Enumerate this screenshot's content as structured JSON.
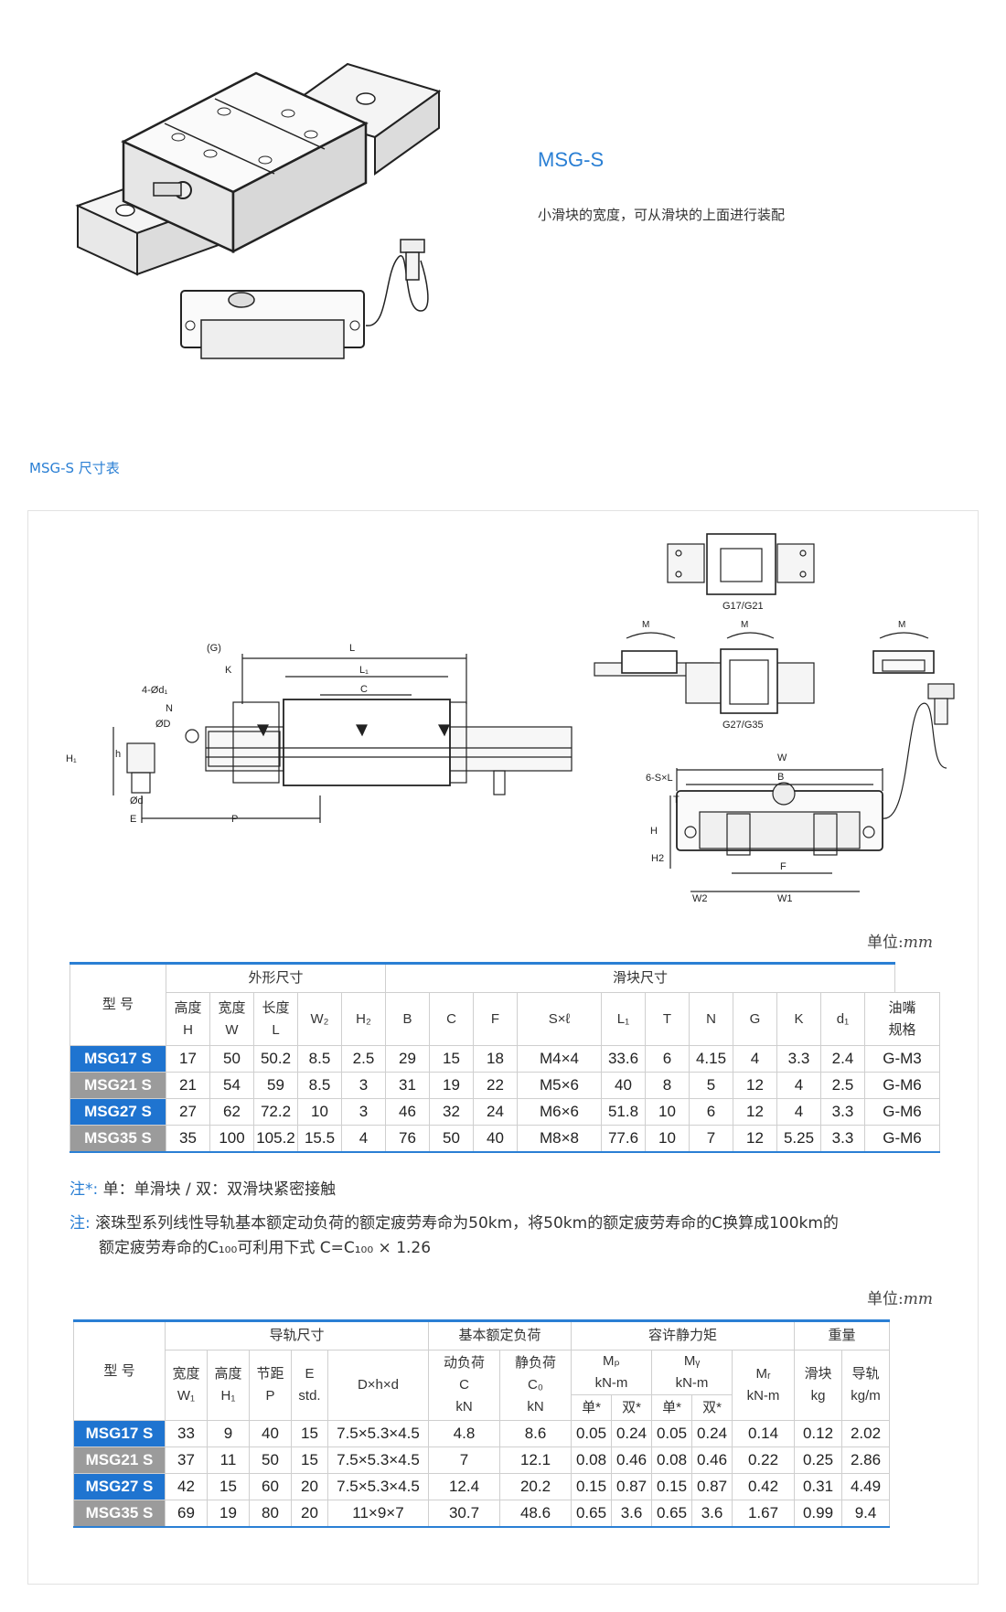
{
  "product": {
    "title": "MSG-S",
    "description": "小滑块的宽度，可从滑块的上面进行装配"
  },
  "section_title": "MSG-S 尺寸表",
  "drawing_labels": {
    "side": [
      "(G)",
      "L",
      "K",
      "L₁",
      "C",
      "4-Ød₁",
      "ØD",
      "N",
      "h",
      "H₁",
      "Ød",
      "E",
      "P"
    ],
    "top_views": [
      "G17/G21",
      "G27/G35",
      "M",
      "M",
      "M"
    ],
    "front": [
      "W",
      "B",
      "6-S×L",
      "T",
      "H",
      "H2",
      "F",
      "W2",
      "W1"
    ]
  },
  "unit_label": "单位:",
  "unit_value": "mm",
  "table1": {
    "group_headers": [
      "型 号",
      "外形尺寸",
      "滑块尺寸"
    ],
    "columns": [
      "高度\nH",
      "宽度\nW",
      "长度\nL",
      "W₂",
      "H₂",
      "B",
      "C",
      "F",
      "S×ℓ",
      "L₁",
      "T",
      "N",
      "G",
      "K",
      "d₁",
      "油嘴\n规格"
    ],
    "rows": [
      {
        "model": "MSG17 S",
        "values": [
          "17",
          "50",
          "50.2",
          "8.5",
          "2.5",
          "29",
          "15",
          "18",
          "M4×4",
          "33.6",
          "6",
          "4.15",
          "4",
          "3.3",
          "2.4",
          "G-M3"
        ]
      },
      {
        "model": "MSG21 S",
        "values": [
          "21",
          "54",
          "59",
          "8.5",
          "3",
          "31",
          "19",
          "22",
          "M5×6",
          "40",
          "8",
          "5",
          "12",
          "4",
          "2.5",
          "G-M6"
        ]
      },
      {
        "model": "MSG27 S",
        "values": [
          "27",
          "62",
          "72.2",
          "10",
          "3",
          "46",
          "32",
          "24",
          "M6×6",
          "51.8",
          "10",
          "6",
          "12",
          "4",
          "3.3",
          "G-M6"
        ]
      },
      {
        "model": "MSG35 S",
        "values": [
          "35",
          "100",
          "105.2",
          "15.5",
          "4",
          "76",
          "50",
          "40",
          "M8×8",
          "77.6",
          "10",
          "7",
          "12",
          "5.25",
          "3.3",
          "G-M6"
        ]
      }
    ]
  },
  "notes": {
    "note1_label": "注*:",
    "note1_text": "单：单滑块 / 双：双滑块紧密接触",
    "note2_label": "注:",
    "note2_line1": "滚珠型系列线性导轨基本额定动负荷的额定疲劳寿命为50km，将50km的额定疲劳寿命的C换算成100km的",
    "note2_line2": "额定疲劳寿命的C₁₀₀可利用下式 C=C₁₀₀ × 1.26"
  },
  "table2": {
    "group_headers": [
      "型 号",
      "导轨尺寸",
      "基本额定负荷",
      "容许静力矩",
      "重量"
    ],
    "columns": [
      "宽度\nW₁",
      "高度\nH₁",
      "节距\nP",
      "E\nstd.",
      "D×h×d",
      "动负荷\nC\nkN",
      "静负荷\nC₀\nkN",
      "Mₚ\nkN-m",
      "Mᵧ\nkN-m",
      "Mᵣ\nkN-m",
      "滑块\nkg",
      "导轨\nkg/m"
    ],
    "sub_single": "单*",
    "sub_double": "双*",
    "rows": [
      {
        "model": "MSG17 S",
        "values": [
          "33",
          "9",
          "40",
          "15",
          "7.5×5.3×4.5",
          "4.8",
          "8.6",
          "0.05",
          "0.24",
          "0.05",
          "0.24",
          "0.14",
          "0.12",
          "2.02"
        ]
      },
      {
        "model": "MSG21 S",
        "values": [
          "37",
          "11",
          "50",
          "15",
          "7.5×5.3×4.5",
          "7",
          "12.1",
          "0.08",
          "0.46",
          "0.08",
          "0.46",
          "0.22",
          "0.25",
          "2.86"
        ]
      },
      {
        "model": "MSG27 S",
        "values": [
          "42",
          "15",
          "60",
          "20",
          "7.5×5.3×4.5",
          "12.4",
          "20.2",
          "0.15",
          "0.87",
          "0.15",
          "0.87",
          "0.42",
          "0.31",
          "4.49"
        ]
      },
      {
        "model": "MSG35 S",
        "values": [
          "69",
          "19",
          "80",
          "20",
          "11×9×7",
          "30.7",
          "48.6",
          "0.65",
          "3.6",
          "0.65",
          "3.6",
          "1.67",
          "0.99",
          "9.4"
        ]
      }
    ]
  },
  "colors": {
    "accent": "#2a7fd4",
    "model_blue": "#1f74d0",
    "model_gray": "#9b9b9b"
  }
}
